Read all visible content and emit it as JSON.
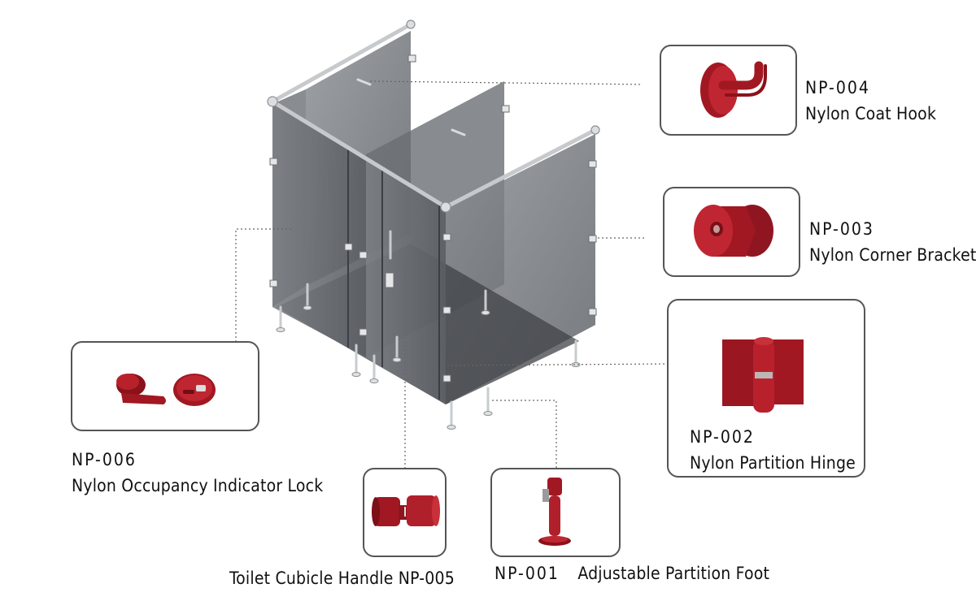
{
  "colors": {
    "nylon": "#a11822",
    "glass": "#6e7378",
    "steel": "#b9bcbf"
  },
  "parts": {
    "np004": {
      "code": "NP-004",
      "name": "Nylon Coat Hook"
    },
    "np003": {
      "code": "NP-003",
      "name": "Nylon Corner Bracket"
    },
    "np002": {
      "code": "NP-002",
      "name": "Nylon Partition Hinge"
    },
    "np006": {
      "code": "NP-006",
      "name": "Nylon Occupancy Indicator Lock"
    },
    "np005": {
      "text": "Toilet Cubicle Handle NP-005"
    },
    "np001": {
      "code": "NP-001",
      "name": "Adjustable Partition Foot"
    }
  }
}
